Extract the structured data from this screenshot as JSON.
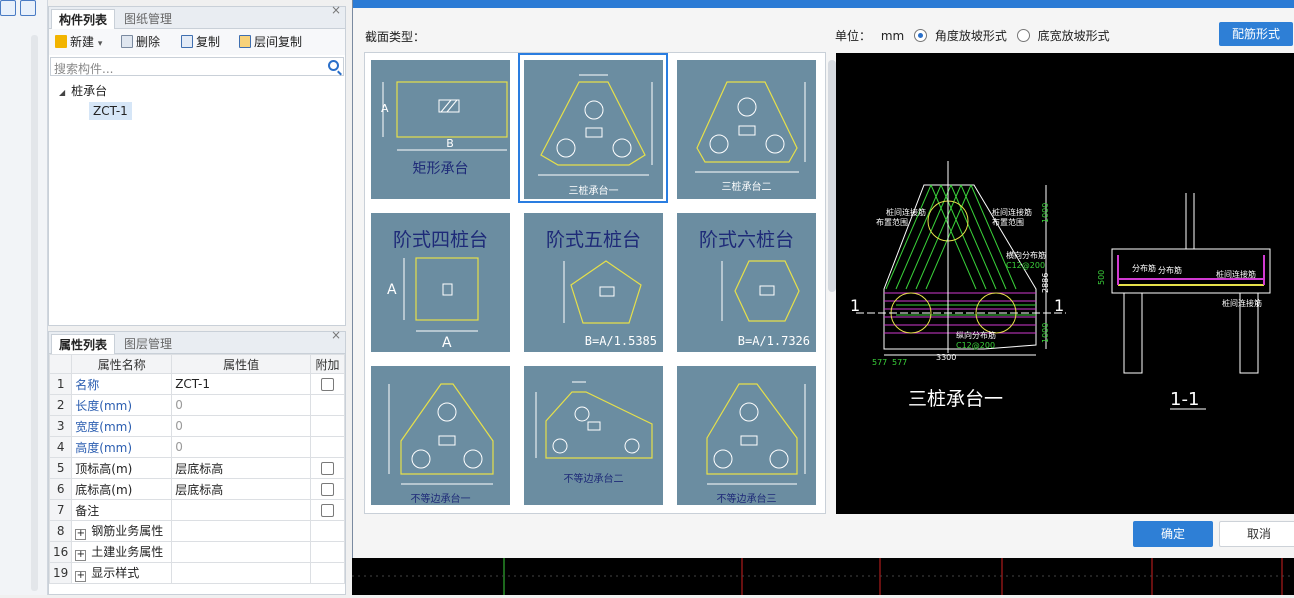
{
  "left_panel": {
    "components": {
      "tabs": [
        "构件列表",
        "图纸管理"
      ],
      "toolbar": {
        "new": "新建",
        "delete": "删除",
        "copy": "复制",
        "floor_copy": "层间复制"
      },
      "search_placeholder": "搜索构件...",
      "tree": {
        "category": "桩承台",
        "item": "ZCT-1"
      }
    },
    "properties": {
      "tabs": [
        "属性列表",
        "图层管理"
      ],
      "headers": {
        "name": "属性名称",
        "value": "属性值",
        "extra": "附加"
      },
      "rows": [
        {
          "num": "1",
          "name": "名称",
          "value": "ZCT-1"
        },
        {
          "num": "2",
          "name": "长度(mm)",
          "value": "0"
        },
        {
          "num": "3",
          "name": "宽度(mm)",
          "value": "0"
        },
        {
          "num": "4",
          "name": "高度(mm)",
          "value": "0"
        },
        {
          "num": "5",
          "name": "顶标高(m)",
          "value": "层底标高"
        },
        {
          "num": "6",
          "name": "底标高(m)",
          "value": "层底标高"
        },
        {
          "num": "7",
          "name": "备注",
          "value": ""
        },
        {
          "num": "8",
          "name": "钢筋业务属性",
          "value": ""
        },
        {
          "num": "16",
          "name": "土建业务属性",
          "value": ""
        },
        {
          "num": "19",
          "name": "显示样式",
          "value": ""
        }
      ]
    }
  },
  "dialog": {
    "section_type_label": "截面类型：",
    "unit_label": "单位：",
    "unit_value": "mm",
    "radio_angle": "角度放坡形式",
    "radio_width": "底宽放坡形式",
    "rebar_button": "配筋形式",
    "ok": "确定",
    "cancel": "取消",
    "shapes": [
      {
        "label": "矩形承台",
        "dim_a": "A",
        "dim_b": "B"
      },
      {
        "label": "三桩承台一"
      },
      {
        "label": "三桩承台二"
      },
      {
        "title": "阶式四桩台",
        "dim": "A"
      },
      {
        "title": "阶式五桩台",
        "formula": "B=A/1.5385"
      },
      {
        "title": "阶式六桩台",
        "formula": "B=A/1.7326"
      },
      {
        "label": "不等边承台一"
      },
      {
        "label": "不等边承台二"
      },
      {
        "label": "不等边承台三"
      }
    ],
    "preview": {
      "title_main": "三桩承台一",
      "title_section": "1-1",
      "section_mark": "1",
      "notes": [
        "桩间连接筋",
        "布置范围",
        "桩间连接筋",
        "布置范围",
        "横向分布筋",
        "纵向分布筋",
        "分布筋",
        "桩间连接筋",
        "分布筋",
        "桩间连接筋",
        "C12@200",
        "C12@200"
      ],
      "dims": [
        "3300",
        "1000",
        "1000",
        "2886",
        "577",
        "577",
        "500"
      ]
    }
  }
}
